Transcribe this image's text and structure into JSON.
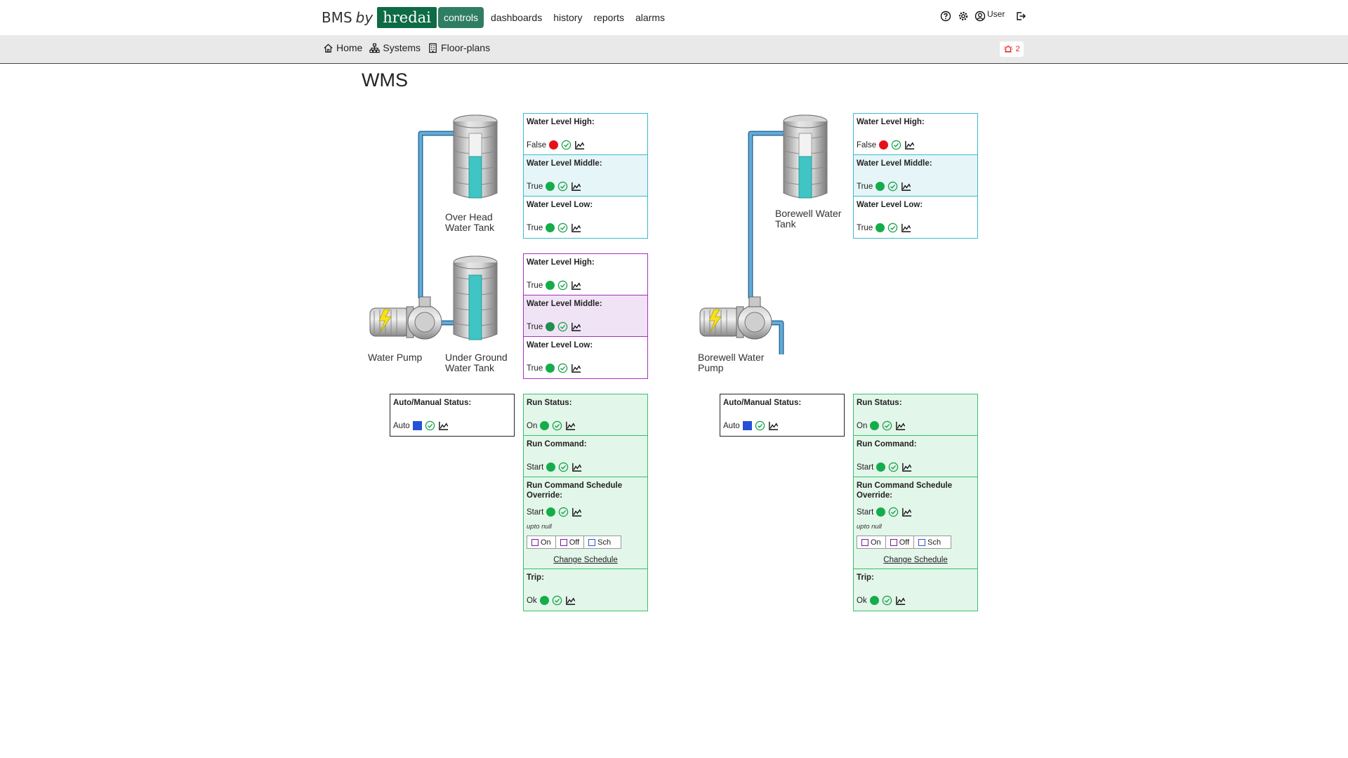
{
  "brand": {
    "text": "BMS",
    "by": "by",
    "logo": "hredai"
  },
  "nav": {
    "controls": "controls",
    "dashboards": "dashboards",
    "history": "history",
    "reports": "reports",
    "alarms": "alarms"
  },
  "user": {
    "label": "User"
  },
  "subnav": {
    "home": "Home",
    "systems": "Systems",
    "floorplans": "Floor-plans",
    "alarm_count": "2"
  },
  "page": {
    "title": "WMS"
  },
  "captions": {
    "oht": [
      "Over Head",
      "Water Tank"
    ],
    "ugt": [
      "Under Ground",
      "Water Tank"
    ],
    "pump": [
      "Water Pump"
    ],
    "bwt": [
      "Borewell Water",
      "Tank"
    ],
    "bwp": [
      "Borewell Water",
      "Pump"
    ]
  },
  "oht_panel": {
    "high_label": "Water Level High:",
    "high_val": "False",
    "mid_label": "Water Level Middle:",
    "mid_val": "True",
    "low_label": "Water Level Low:",
    "low_val": "True"
  },
  "ugt_panel": {
    "high_label": "Water Level High:",
    "high_val": "True",
    "mid_label": "Water Level Middle:",
    "mid_val": "True",
    "low_label": "Water Level Low:",
    "low_val": "True"
  },
  "bwt_panel": {
    "high_label": "Water Level High:",
    "high_val": "False",
    "mid_label": "Water Level Middle:",
    "mid_val": "True",
    "low_label": "Water Level Low:",
    "low_val": "True"
  },
  "pump_auto": {
    "label": "Auto/Manual Status:",
    "val": "Auto"
  },
  "bwp_auto": {
    "label": "Auto/Manual Status:",
    "val": "Auto"
  },
  "pump_ctrl": {
    "run_status_label": "Run Status:",
    "run_status_val": "On",
    "run_cmd_label": "Run Command:",
    "run_cmd_val": "Start",
    "sched_label": "Run Command Schedule Override:",
    "sched_val": "Start",
    "upto": "upto null",
    "btn_on": "On",
    "btn_off": "Off",
    "btn_sch": "Sch",
    "change": "Change Schedule",
    "trip_label": "Trip:",
    "trip_val": "Ok"
  },
  "bwp_ctrl": {
    "run_status_label": "Run Status:",
    "run_status_val": "On",
    "run_cmd_label": "Run Command:",
    "run_cmd_val": "Start",
    "sched_label": "Run Command Schedule Override:",
    "sched_val": "Start",
    "upto": "upto null",
    "btn_on": "On",
    "btn_off": "Off",
    "btn_sch": "Sch",
    "change": "Change Schedule",
    "trip_label": "Trip:",
    "trip_val": "Ok"
  },
  "colors": {
    "brand": "#0d6b45",
    "active_nav": "#2f7e63",
    "alarm": "#e02020",
    "water": "#40c4c4",
    "pipe": "#4a98d0"
  }
}
